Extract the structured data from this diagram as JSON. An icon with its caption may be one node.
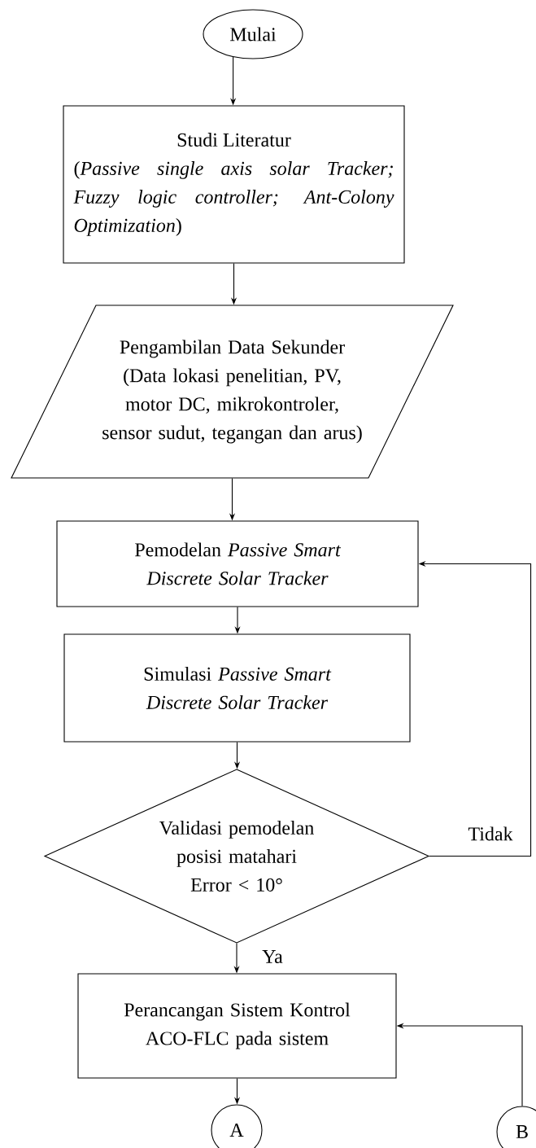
{
  "diagram": {
    "nodes": [
      {
        "text": [
          "Mulai"
        ]
      },
      {
        "text": [
          "Studi Literatur",
          "(*Passive single axis solar Tracker; Fuzzy logic controller; Ant-Colony Optimization*)"
        ]
      },
      {
        "text": [
          "Pengambilan Data Sekunder",
          "(Data lokasi penelitian, PV, motor DC, mikrokontroler, sensor sudut, tegangan dan arus)"
        ]
      },
      {
        "text": [
          "Pemodelan *Passive Smart Discrete Solar Tracker*"
        ]
      },
      {
        "text": [
          "Simulasi *Passive Smart Discrete Solar Tracker*"
        ]
      },
      {
        "text": [
          "Validasi pemodelan posisi matahari Error < 10°"
        ]
      },
      {
        "text": [
          "Perancangan Sistem Kontrol ACO-FLC pada sistem"
        ]
      },
      {
        "text": [
          "A"
        ]
      },
      {
        "text": [
          "B"
        ]
      }
    ],
    "edges": [
      {
        "from": 0,
        "to": 1,
        "arrow": "to"
      },
      {
        "from": 1,
        "to": 2,
        "arrow": "to"
      },
      {
        "from": 2,
        "to": 3,
        "arrow": "to"
      },
      {
        "from": 3,
        "to": 4,
        "arrow": "to"
      },
      {
        "from": 4,
        "to": 5,
        "arrow": "to"
      },
      {
        "from": 5,
        "to": 3,
        "arrow": "to",
        "label": "Tidak"
      },
      {
        "from": 5,
        "to": 6,
        "arrow": "to",
        "label": "Ya"
      },
      {
        "from": 6,
        "to": 7,
        "arrow": "to"
      },
      {
        "from": 8,
        "to": 6,
        "arrow": "to"
      }
    ]
  }
}
